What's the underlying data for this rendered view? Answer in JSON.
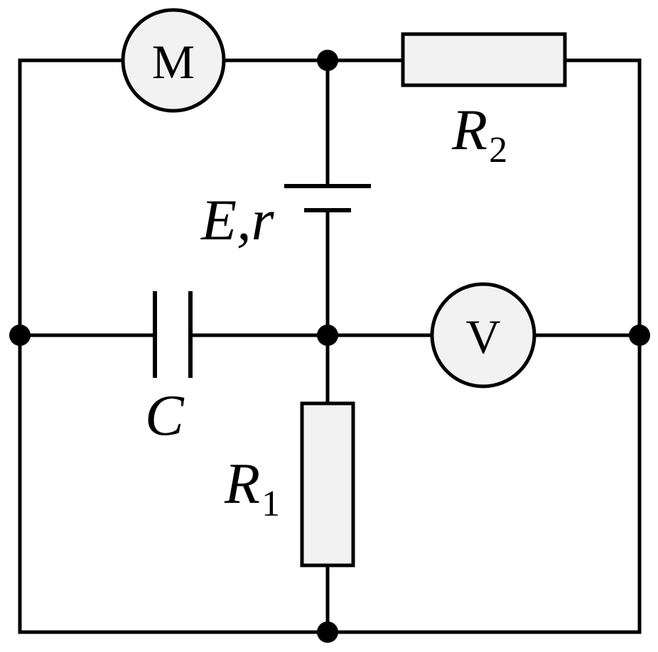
{
  "diagram": {
    "components": {
      "motor": {
        "symbol": "M"
      },
      "voltmeter": {
        "symbol": "V"
      },
      "resistor_r2": {
        "label": "R",
        "subscript": "2"
      },
      "resistor_r1": {
        "label": "R",
        "subscript": "1"
      },
      "battery": {
        "label": "E,r"
      },
      "capacitor": {
        "label": "C"
      }
    }
  }
}
